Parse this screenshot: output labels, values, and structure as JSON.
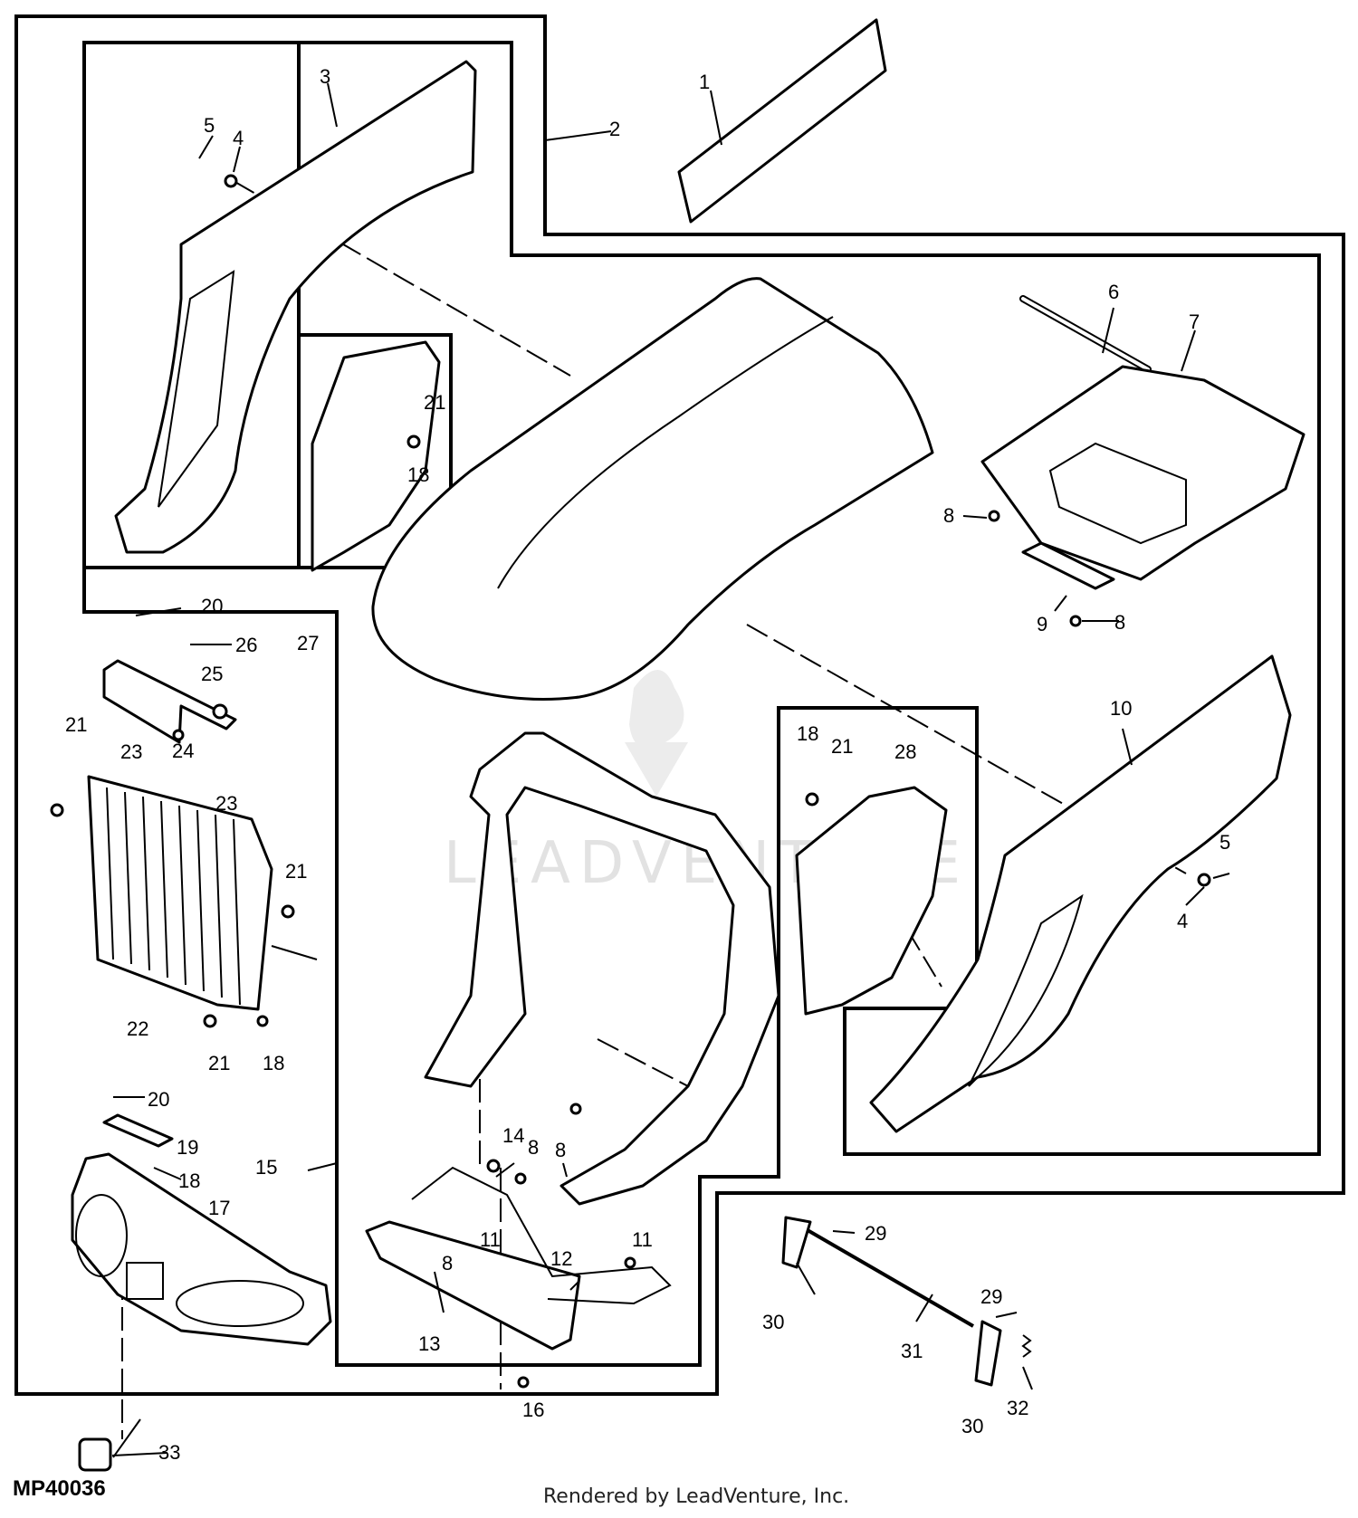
{
  "diagram": {
    "code": "MP40036",
    "footer": "Rendered by LeadVenture, Inc.",
    "watermark": "LEADVENTURE",
    "callouts": [
      "1",
      "2",
      "3",
      "4",
      "5",
      "6",
      "7",
      "8",
      "9",
      "10",
      "11",
      "12",
      "13",
      "14",
      "15",
      "16",
      "17",
      "18",
      "19",
      "20",
      "21",
      "22",
      "23",
      "24",
      "25",
      "26",
      "27",
      "28",
      "29",
      "30",
      "31",
      "32",
      "33"
    ]
  }
}
